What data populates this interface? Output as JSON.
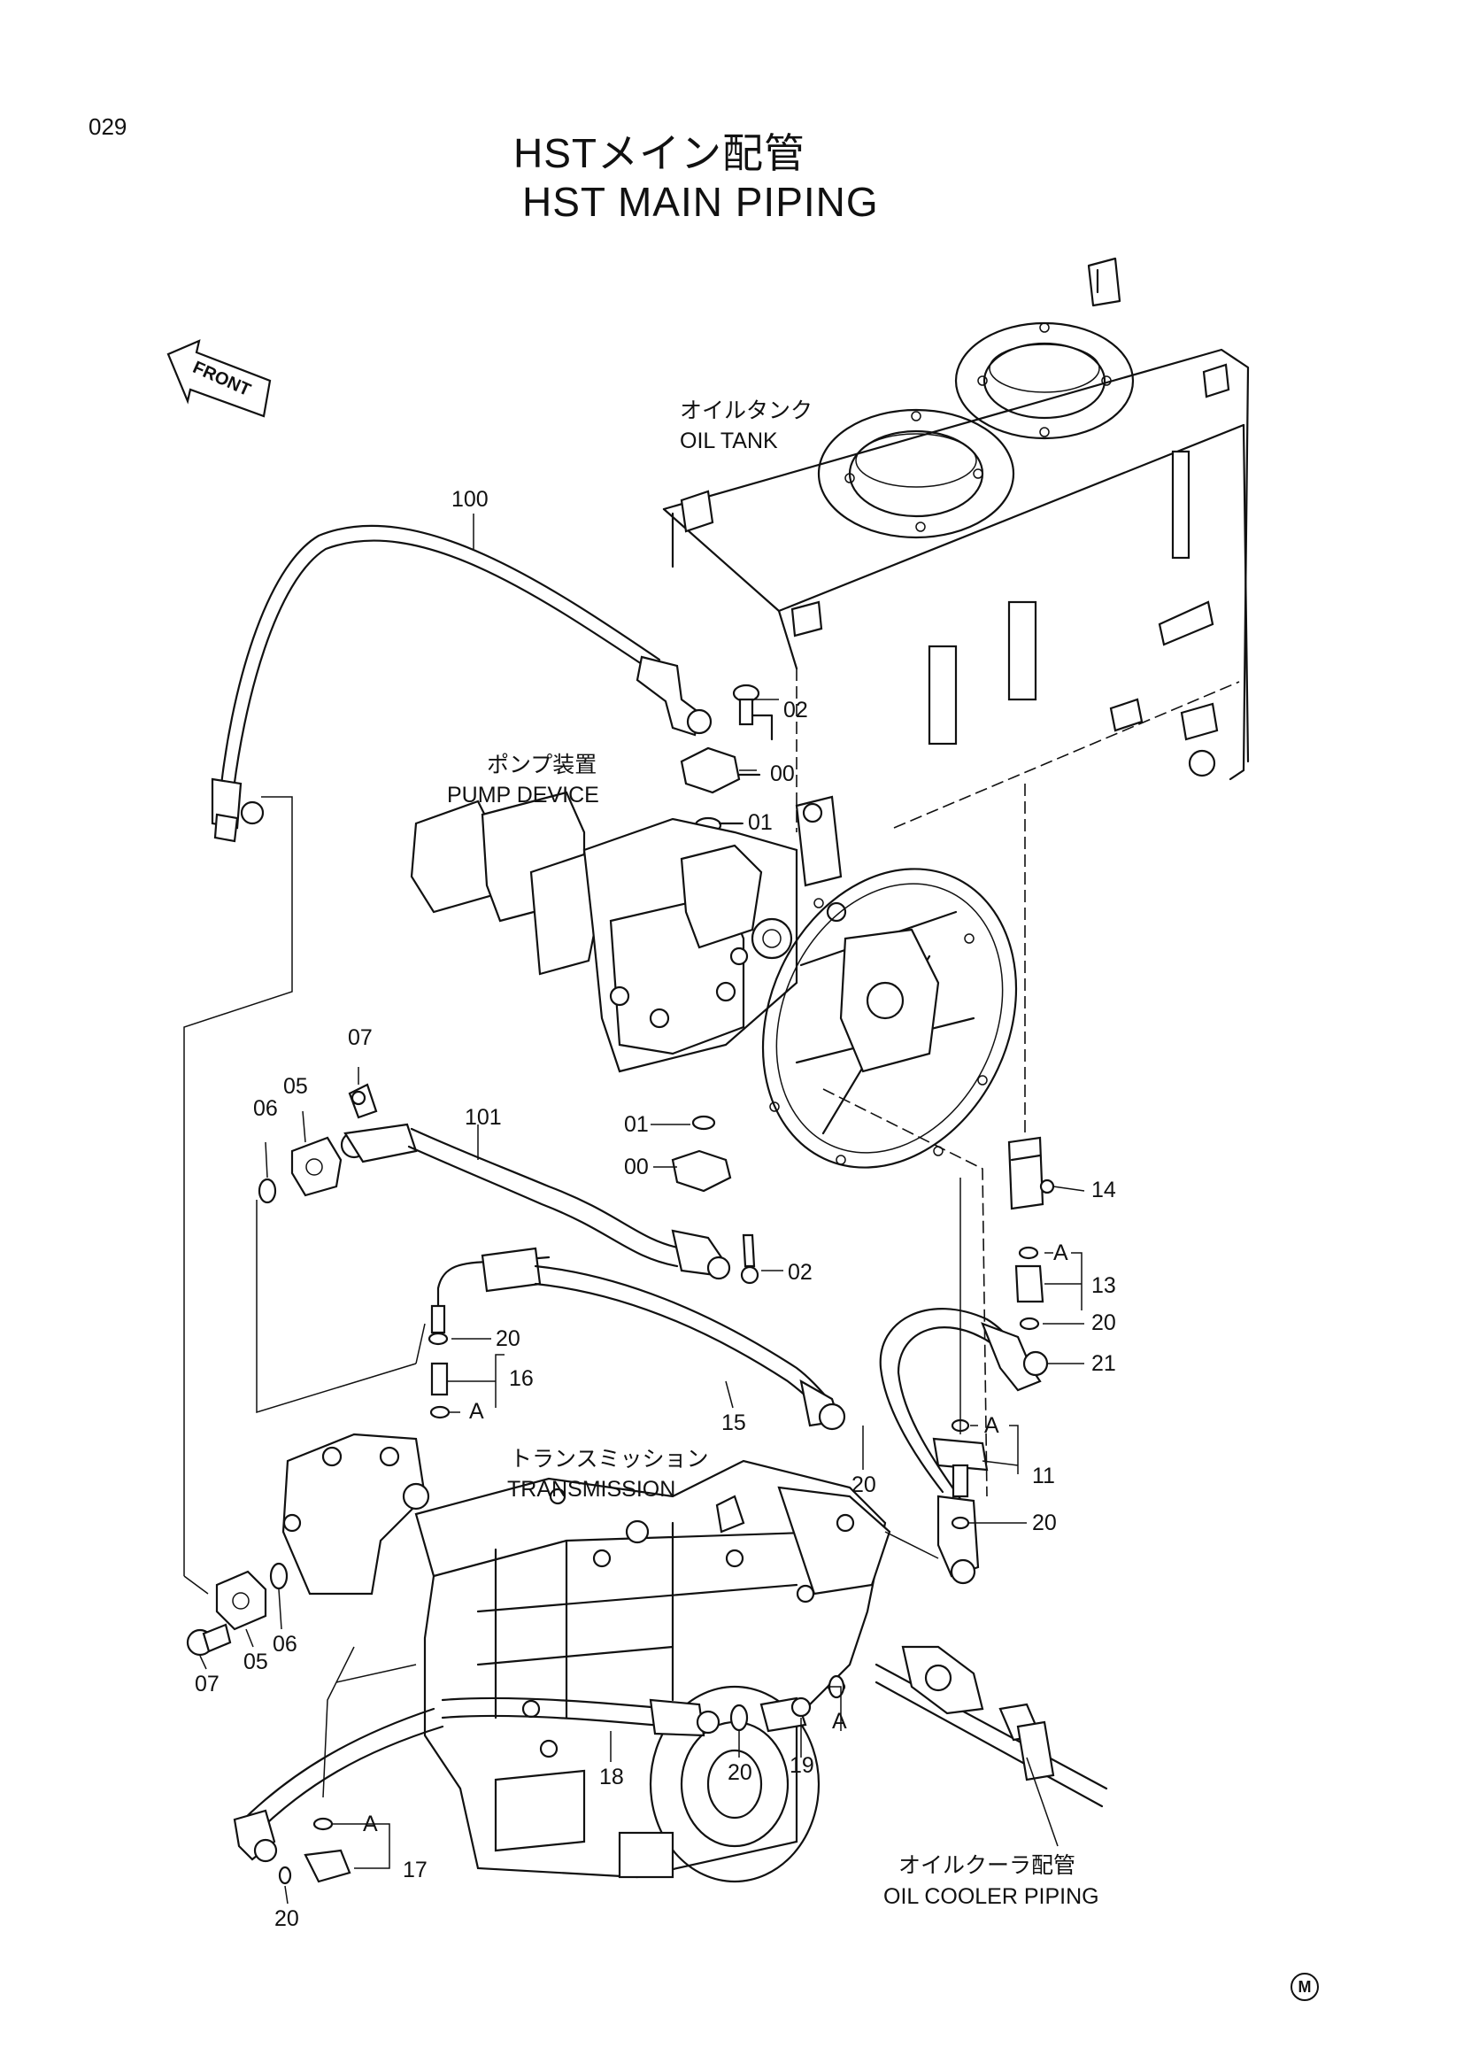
{
  "page_number": "029",
  "title_jp": "HSTメイン配管",
  "title_en": "HST MAIN PIPING",
  "front_label": "FRONT",
  "mark": "M",
  "components": {
    "oil_tank": {
      "jp": "オイルタンク",
      "en": "OIL TANK"
    },
    "pump_device": {
      "jp": "ポンプ装置",
      "en": "PUMP DEVICE"
    },
    "transmission": {
      "jp": "トランスミッション",
      "en": "TRANSMISSION"
    },
    "oil_cooler_piping": {
      "jp": "オイルクーラ配管",
      "en": "OIL COOLER PIPING"
    }
  },
  "callouts": {
    "c100": "100",
    "c101": "101",
    "c02a": "02",
    "c00a": "00",
    "c01a": "01",
    "c07a": "07",
    "c05a": "05",
    "c06a": "06",
    "c01b": "01",
    "c00b": "00",
    "c02b": "02",
    "c14": "14",
    "cA1": "A",
    "c13": "13",
    "c20a": "20",
    "c21": "21",
    "c20b": "20",
    "c16": "16",
    "cA2": "A",
    "c15": "15",
    "c20c": "20",
    "cA3": "A",
    "c11": "11",
    "c20d": "20",
    "c06b": "06",
    "c05b": "05",
    "c07b": "07",
    "c18": "18",
    "c20e": "20",
    "c19": "19",
    "cA4": "A",
    "cA5": "A",
    "c17": "17",
    "c20f": "20"
  }
}
